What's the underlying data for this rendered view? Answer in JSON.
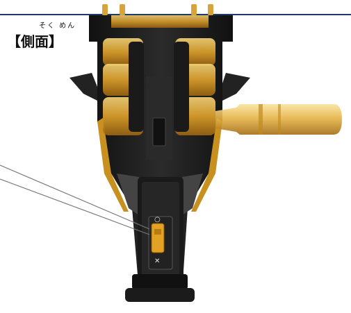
{
  "section_label": {
    "ruby": "そく めん",
    "text": "【側面】"
  },
  "switch_marks": {
    "on": "○",
    "off": "✕"
  },
  "colors": {
    "rule": "#1f3b63",
    "body_dark": "#1c1c1c",
    "gold": "#e0a22a",
    "gold_light": "#f2c35a"
  },
  "icons": [
    "leader-line",
    "slide-switch"
  ]
}
